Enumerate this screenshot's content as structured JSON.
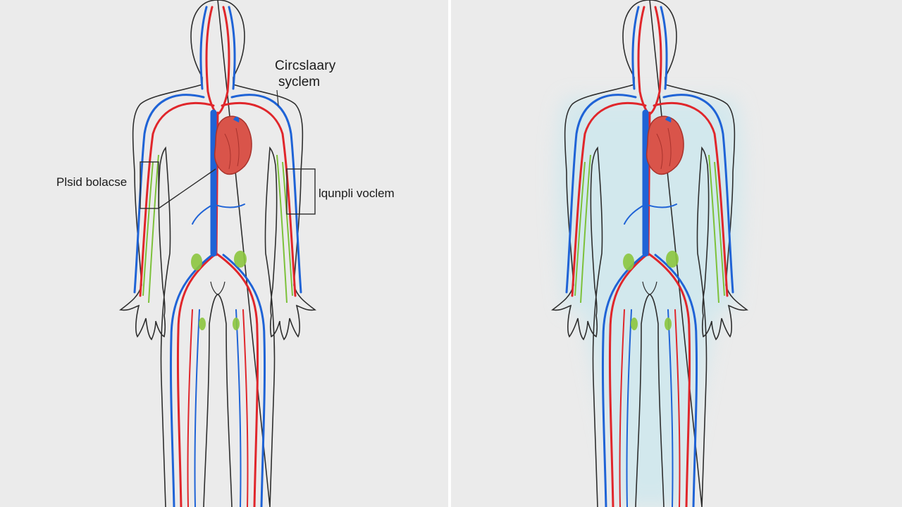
{
  "labels": {
    "circulatory_line1": "Circslaary",
    "circulatory_line2": "syclem",
    "fluid_balance": "Plsid bolacse",
    "lymph_system": "lqunpli voclem"
  },
  "colors": {
    "background": "#ebebeb",
    "divider": "#ffffff",
    "outline": "#2e2e2e",
    "artery": "#e0262b",
    "vein": "#1f63d6",
    "lymph": "#7cc13a",
    "heart": "#d9544a",
    "glow": "#bfe6ef"
  },
  "figures": [
    {
      "id": "left-figure",
      "glow": false
    },
    {
      "id": "right-figure",
      "glow": true
    }
  ]
}
